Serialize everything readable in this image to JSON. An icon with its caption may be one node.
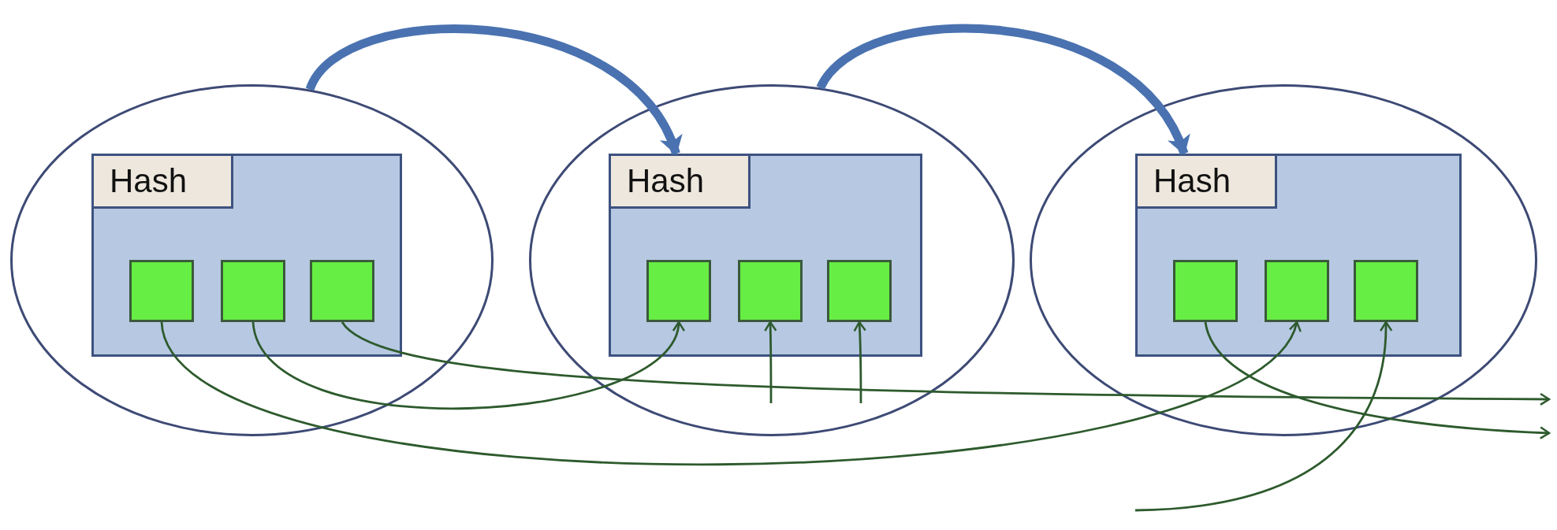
{
  "diagram": {
    "nodes": [
      {
        "text": [],
        "shape": "ellipse"
      },
      {
        "text": [
          "Hash"
        ],
        "in": 0
      },
      {
        "text": [],
        "shape": "box",
        "in": 1
      },
      {
        "text": [],
        "shape": "box",
        "in": 1
      },
      {
        "text": [],
        "shape": "box",
        "in": 1
      },
      {
        "text": [],
        "shape": "ellipse"
      },
      {
        "text": [
          "Hash"
        ],
        "in": 5
      },
      {
        "text": [],
        "shape": "box",
        "in": 6
      },
      {
        "text": [],
        "shape": "box",
        "in": 6
      },
      {
        "text": [],
        "shape": "box",
        "in": 6
      },
      {
        "text": [],
        "shape": "ellipse"
      },
      {
        "text": [
          "Hash"
        ],
        "in": 10
      },
      {
        "text": [],
        "shape": "box",
        "in": 11
      },
      {
        "text": [],
        "shape": "box",
        "in": 11
      },
      {
        "text": [],
        "shape": "box",
        "in": 11
      }
    ],
    "edges": [
      {
        "from": 0,
        "to": 6,
        "arrow": "to",
        "style": "thick",
        "color": "#4a72b0"
      },
      {
        "from": 5,
        "to": 11,
        "arrow": "to",
        "style": "thick",
        "color": "#4a72b0"
      },
      {
        "from": 2,
        "to": 13,
        "arrow": "to"
      },
      {
        "from": 3,
        "to": 7,
        "arrow": "to"
      },
      {
        "from": 4,
        "to": null,
        "arrow": "to"
      },
      {
        "from": null,
        "to": 8,
        "arrow": "to"
      },
      {
        "from": null,
        "to": 9,
        "arrow": "to"
      },
      {
        "from": 12,
        "to": null,
        "arrow": "to"
      },
      {
        "from": null,
        "to": 14,
        "arrow": "to"
      }
    ]
  }
}
